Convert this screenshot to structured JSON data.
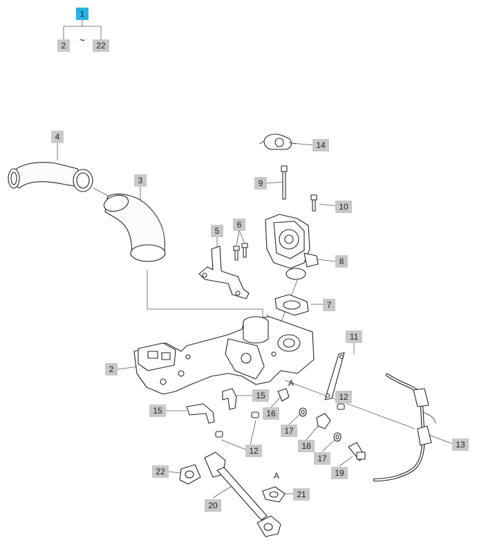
{
  "header": {
    "assembly_number": "1",
    "range_start": "2",
    "range_separator": "~",
    "range_end": "22"
  },
  "callouts": {
    "c2": "2",
    "c3": "3",
    "c4": "4",
    "c5": "5",
    "c6": "6",
    "c7": "7",
    "c8": "8",
    "c9": "9",
    "c10": "10",
    "c11": "11",
    "c12a": "12",
    "c12b": "12",
    "c13": "13",
    "c14": "14",
    "c15a": "15",
    "c15b": "15",
    "c16": "16",
    "c17a": "17",
    "c17b": "17",
    "c18": "18",
    "c19": "19",
    "c20": "20",
    "c21": "21",
    "c22": "22"
  },
  "reference_marks": {
    "a_top": "A",
    "a_bottom": "A"
  },
  "colors": {
    "selected_callout": "#26b4e6",
    "callout": "#c8c8c8"
  }
}
